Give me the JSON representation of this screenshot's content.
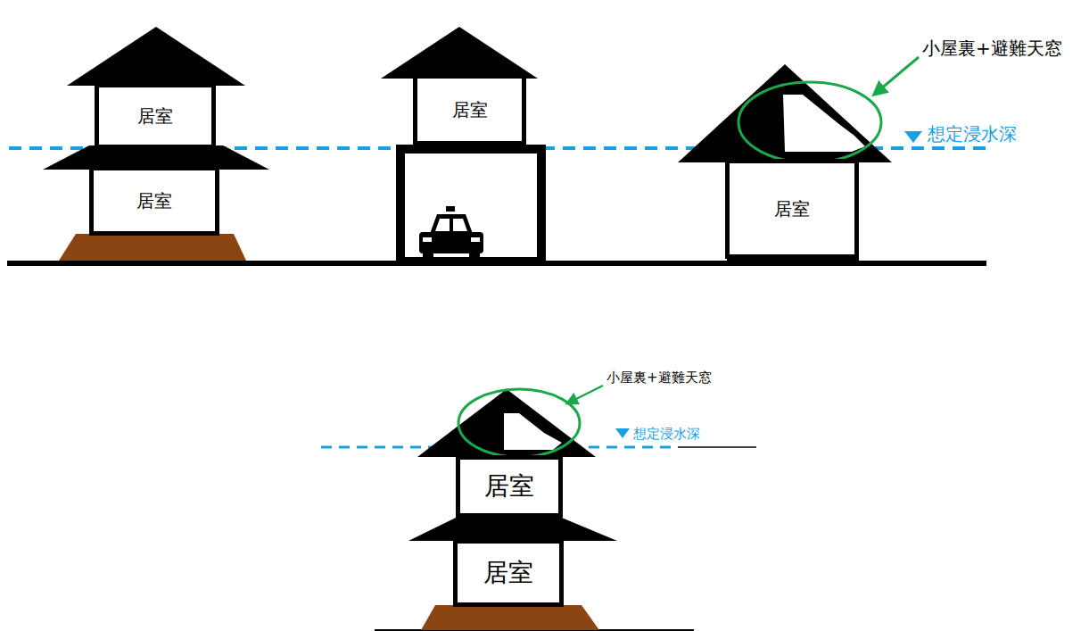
{
  "diagram": {
    "nodes": [
      {
        "text": [
          "居室"
        ]
      },
      {
        "text": [
          "居室"
        ]
      },
      {
        "text": [
          "居室"
        ]
      },
      {
        "text": [
          "居室"
        ]
      },
      {
        "text": [
          "居室"
        ]
      },
      {
        "text": [
          "居室"
        ]
      }
    ],
    "labels": [
      "小屋裏+避難天窓",
      "想定浸水深",
      "小屋裏+避難天窓",
      "想定浸水深"
    ]
  }
}
